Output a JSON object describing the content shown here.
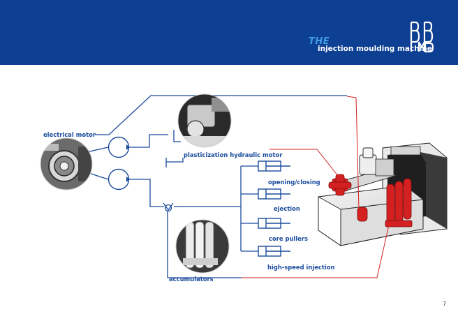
{
  "header": {
    "logo_small": "THE",
    "subtitle": "injection moulding machine",
    "brand": "BMB",
    "background": "#0d3f93"
  },
  "diagram": {
    "labels": {
      "electrical_motor": "electrical motor",
      "plasticization_motor": "plasticization hydraulic motor",
      "opening_closing": "opening/closing",
      "ejection": "ejection",
      "core_pullers": "core pullers",
      "high_speed_injection": "high-speed injection",
      "accumulators": "accumulators"
    },
    "colors": {
      "line": "#1a4b9c",
      "accent": "#d42020"
    }
  },
  "footer": {
    "page_number": "7"
  }
}
